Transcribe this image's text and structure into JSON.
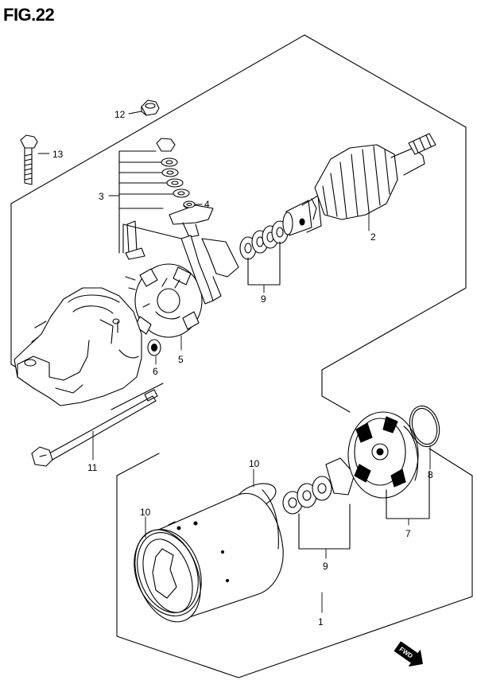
{
  "figure": {
    "title": "FIG.22"
  },
  "callouts": {
    "c1": "1",
    "c2": "2",
    "c3": "3",
    "c4": "4",
    "c5": "5",
    "c6": "6",
    "c7": "7",
    "c8": "8",
    "c9a": "9",
    "c9b": "9",
    "c10a": "10",
    "c10b": "10",
    "c11": "11",
    "c12": "12",
    "c13": "13"
  },
  "direction_marker": {
    "label": "FWD"
  }
}
